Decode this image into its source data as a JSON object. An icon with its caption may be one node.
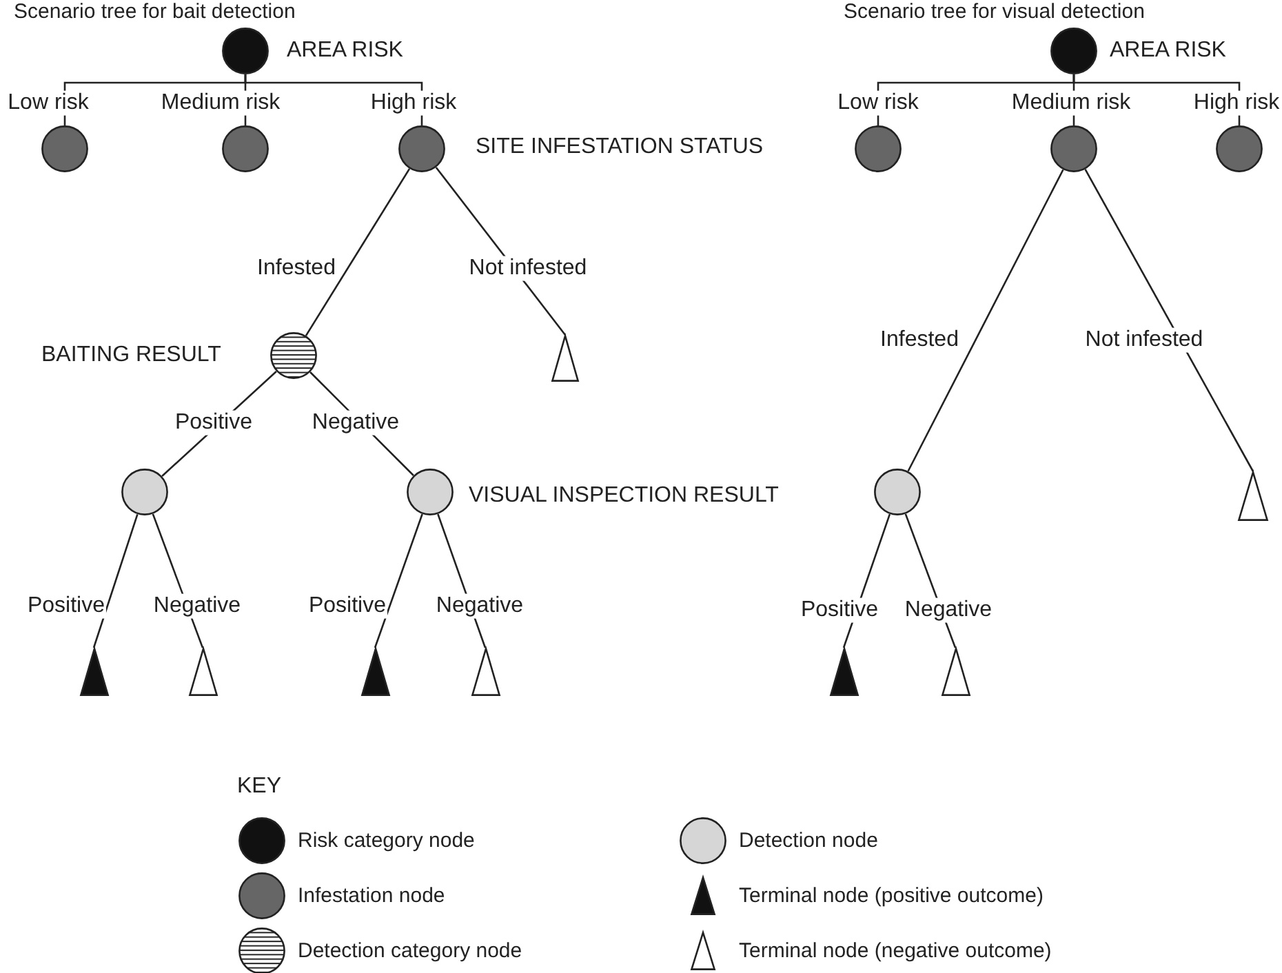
{
  "diagram": {
    "nodes": [
      {
        "text": [],
        "shape": "circle",
        "beside": [
          "AREA RISK"
        ]
      },
      {
        "text": [],
        "shape": "circle"
      },
      {
        "text": [],
        "shape": "circle"
      },
      {
        "text": [],
        "shape": "circle"
      },
      {
        "text": [],
        "shape": "circle",
        "beside": [
          "BAITING RESULT"
        ]
      },
      {
        "text": [],
        "shape": "triangle"
      },
      {
        "text": [],
        "shape": "circle"
      },
      {
        "text": [],
        "shape": "circle"
      },
      {
        "text": [],
        "shape": "triangle"
      },
      {
        "text": [],
        "shape": "triangle"
      },
      {
        "text": [],
        "shape": "triangle"
      },
      {
        "text": [],
        "shape": "triangle"
      },
      {
        "text": [],
        "shape": "circle",
        "beside": [
          "AREA RISK"
        ]
      },
      {
        "text": [],
        "shape": "circle"
      },
      {
        "text": [],
        "shape": "circle"
      },
      {
        "text": [],
        "shape": "circle"
      },
      {
        "text": [],
        "shape": "circle"
      },
      {
        "text": [],
        "shape": "triangle"
      },
      {
        "text": [],
        "shape": "triangle"
      },
      {
        "text": [],
        "shape": "triangle"
      }
    ],
    "edges": [
      {
        "from": 0,
        "to": 1,
        "arrow": "none",
        "label": "Low risk"
      },
      {
        "from": 0,
        "to": 2,
        "arrow": "none",
        "label": "Medium risk"
      },
      {
        "from": 0,
        "to": 3,
        "arrow": "none",
        "label": "High risk"
      },
      {
        "from": 3,
        "to": 4,
        "arrow": "none",
        "label": "Infested"
      },
      {
        "from": 3,
        "to": 5,
        "arrow": "none",
        "label": "Not infested"
      },
      {
        "from": 4,
        "to": 6,
        "arrow": "none",
        "label": "Positive"
      },
      {
        "from": 4,
        "to": 7,
        "arrow": "none",
        "label": "Negative"
      },
      {
        "from": 6,
        "to": 8,
        "arrow": "none",
        "label": "Positive"
      },
      {
        "from": 6,
        "to": 9,
        "arrow": "none",
        "label": "Negative"
      },
      {
        "from": 7,
        "to": 10,
        "arrow": "none",
        "label": "Positive"
      },
      {
        "from": 7,
        "to": 11,
        "arrow": "none",
        "label": "Negative"
      },
      {
        "from": 12,
        "to": 13,
        "arrow": "none",
        "label": "Low risk"
      },
      {
        "from": 12,
        "to": 14,
        "arrow": "none",
        "label": "Medium risk"
      },
      {
        "from": 12,
        "to": 15,
        "arrow": "none",
        "label": "High risk"
      },
      {
        "from": 14,
        "to": 16,
        "arrow": "none",
        "label": "Infested"
      },
      {
        "from": 14,
        "to": 17,
        "arrow": "none",
        "label": "Not infested"
      },
      {
        "from": 16,
        "to": 18,
        "arrow": "none",
        "label": "Positive"
      },
      {
        "from": 16,
        "to": 19,
        "arrow": "none",
        "label": "Negative"
      }
    ],
    "labels": [
      "Scenario tree for bait detection",
      "Scenario tree for visual detection",
      "SITE INFESTATION STATUS",
      "VISUAL INSPECTION RESULT",
      "KEY"
    ],
    "legend": [
      {
        "text": "Risk category node"
      },
      {
        "text": "Infestation node"
      },
      {
        "text": "Detection category node"
      },
      {
        "text": "Detection node"
      },
      {
        "text": "Terminal node (positive outcome)"
      },
      {
        "text": "Terminal node (negative outcome)"
      }
    ]
  }
}
